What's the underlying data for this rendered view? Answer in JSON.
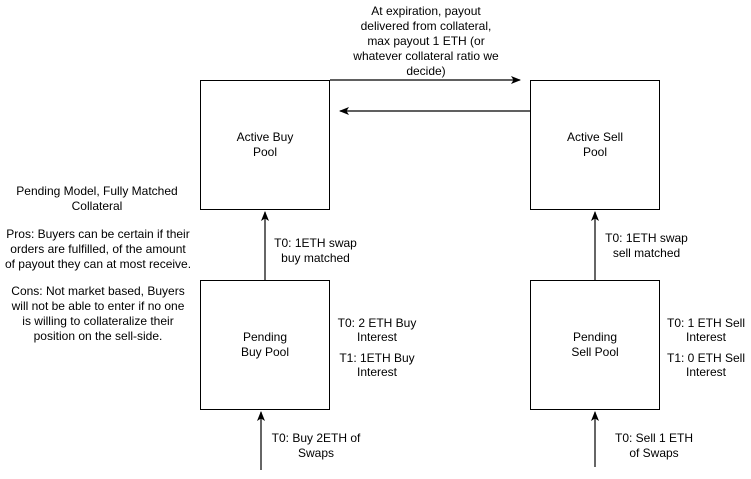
{
  "boxes": {
    "active_buy": [
      "Active Buy",
      "Pool"
    ],
    "active_sell": [
      "Active Sell",
      "Pool"
    ],
    "pending_buy": [
      "Pending",
      "Buy Pool"
    ],
    "pending_sell": [
      "Pending",
      "Sell Pool"
    ]
  },
  "labels": {
    "expiration": [
      "At expiration, payout",
      "delivered from collateral,",
      "max payout 1 ETH (or",
      "whatever collateral ratio we",
      "decide)"
    ],
    "buy_matched": [
      "T0: 1ETH swap",
      "buy matched"
    ],
    "sell_matched": [
      "T0: 1ETH swap",
      "sell matched"
    ],
    "buy_t0": [
      "T0: 2 ETH Buy",
      "Interest"
    ],
    "buy_t1": [
      "T1: 1ETH Buy",
      "Interest"
    ],
    "sell_t0": [
      "T0: 1 ETH Sell",
      "Interest"
    ],
    "sell_t1": [
      "T1: 0 ETH Sell",
      "Interest"
    ],
    "buy_swaps": [
      "T0: Buy 2ETH of",
      "Swaps"
    ],
    "sell_swaps": [
      "T0: Sell 1 ETH",
      "of Swaps"
    ]
  },
  "notes": {
    "title": [
      "Pending Model, Fully Matched",
      "Collateral"
    ],
    "pros": [
      "Pros: Buyers can be certain if their",
      "orders are fulfilled, of the amount",
      "of payout they can at most receive."
    ],
    "cons": [
      "Cons: Not market based, Buyers",
      "will not be able to enter if no one",
      "is willing to collateralize their",
      "position on the sell-side."
    ]
  }
}
